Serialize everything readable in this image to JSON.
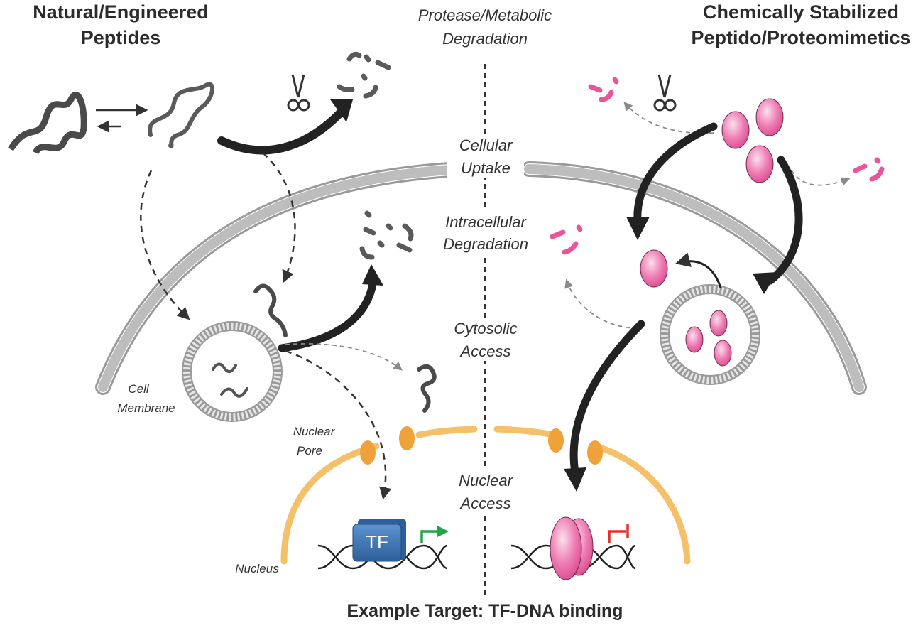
{
  "headings": {
    "left_line1": "Natural/Engineered",
    "left_line2": "Peptides",
    "right_line1": "Chemically Stabilized",
    "right_line2": "Peptido/Proteomimetics"
  },
  "stages": {
    "degradation_line1": "Protease/Metabolic",
    "degradation_line2": "Degradation",
    "uptake_line1": "Cellular",
    "uptake_line2": "Uptake",
    "intracellular_line1": "Intracellular",
    "intracellular_line2": "Degradation",
    "cytosolic_line1": "Cytosolic",
    "cytosolic_line2": "Access",
    "nuclear_line1": "Nuclear",
    "nuclear_line2": "Access"
  },
  "labels": {
    "cell_membrane_line1": "Cell",
    "cell_membrane_line2": "Membrane",
    "nuclear_pore_line1": "Nuclear",
    "nuclear_pore_line2": "Pore",
    "nucleus": "Nucleus",
    "tf": "TF"
  },
  "caption": "Example Target: TF-DNA binding",
  "colors": {
    "peptide": "#555555",
    "mimetic": "#e8559a",
    "mimetic_light": "#f7c3dc",
    "membrane": "#c8c8c8",
    "nucleus": "#f5c06a",
    "pore": "#f0a23a",
    "tf": "#3f78b5",
    "activation_arrow": "#22a34a",
    "inhibition_bar": "#e0342a"
  },
  "icons": [
    "scissors-icon",
    "scissors-icon",
    "activation-arrow-icon",
    "inhibition-bar-icon"
  ]
}
